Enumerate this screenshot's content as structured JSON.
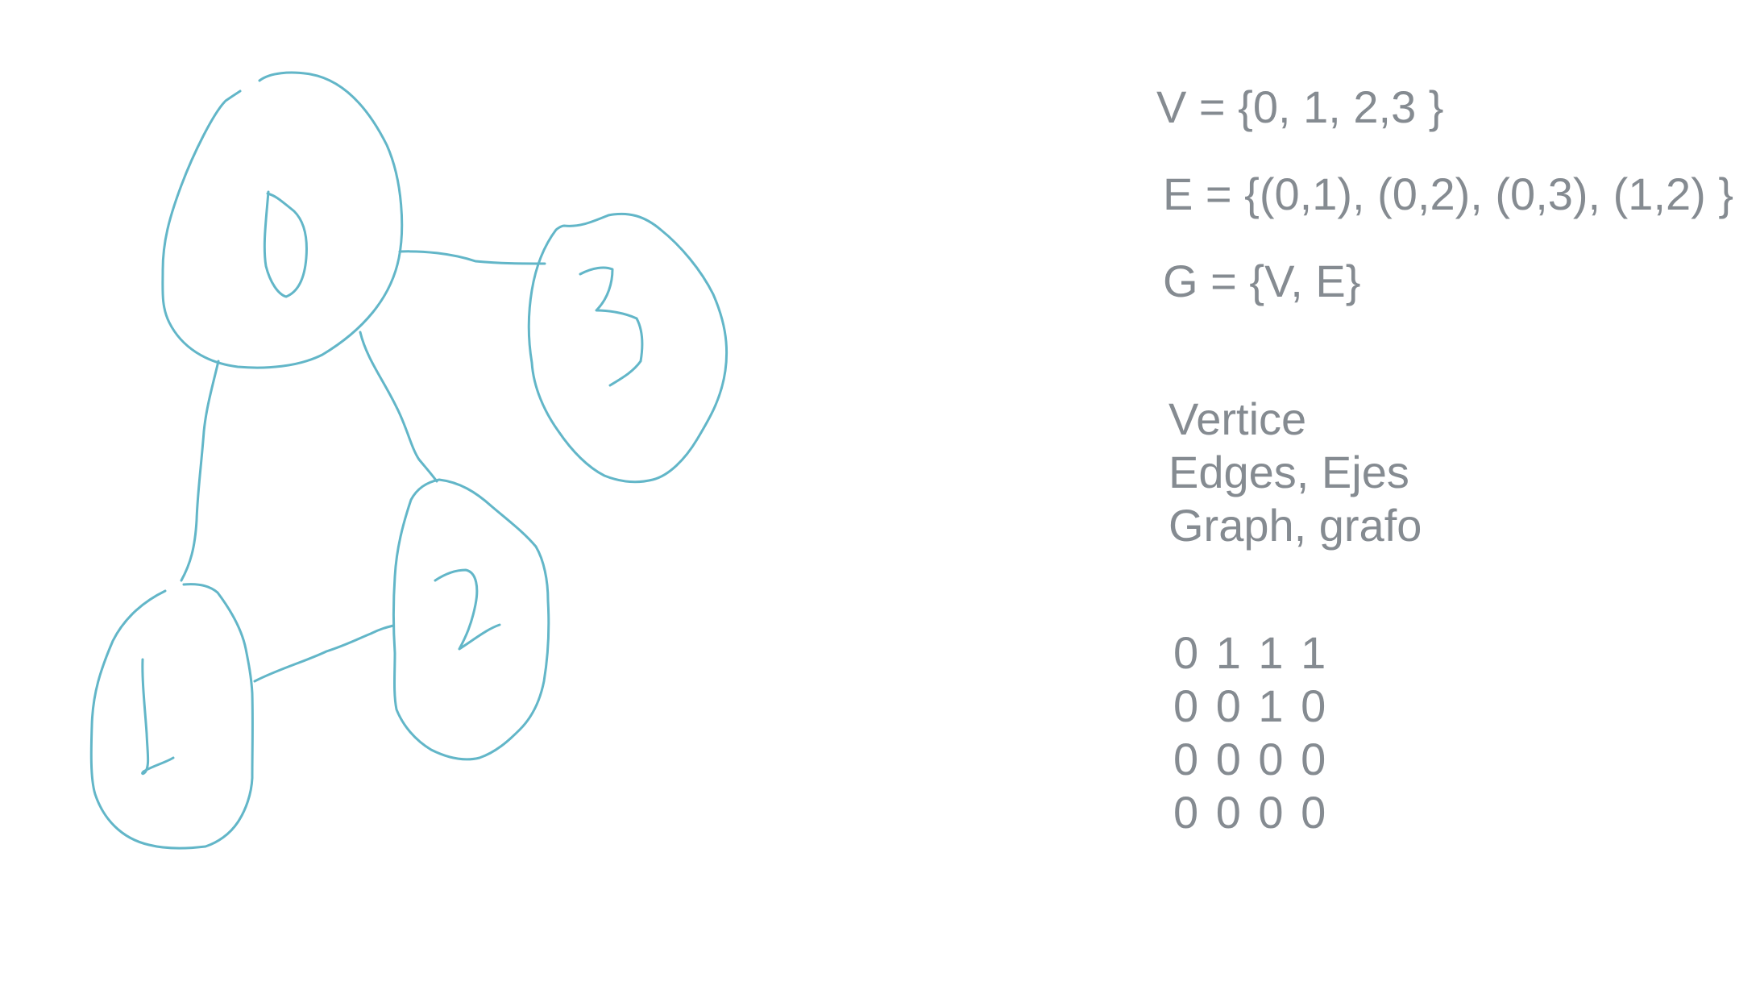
{
  "colors": {
    "ink": "#62b6c8",
    "text": "#858b91",
    "background": "#ffffff"
  },
  "graph": {
    "nodes": [
      {
        "id": "0",
        "label": "0"
      },
      {
        "id": "1",
        "label": "1"
      },
      {
        "id": "2",
        "label": "2"
      },
      {
        "id": "3",
        "label": "3"
      }
    ],
    "edges": [
      {
        "from": "0",
        "to": "1"
      },
      {
        "from": "0",
        "to": "2"
      },
      {
        "from": "0",
        "to": "3"
      },
      {
        "from": "1",
        "to": "2"
      }
    ]
  },
  "notes": {
    "vertex_set": "V = {0, 1, 2,3 }",
    "edge_set": "E = {(0,1), (0,2), (0,3), (1,2) }",
    "graph_def": "G = {V, E}",
    "terms": [
      "Vertice",
      "Edges, Ejes",
      "Graph, grafo"
    ],
    "matrix": [
      "0 1 1 1",
      "0 0 1 0",
      "0 0 0 0",
      "0 0 0 0"
    ]
  }
}
